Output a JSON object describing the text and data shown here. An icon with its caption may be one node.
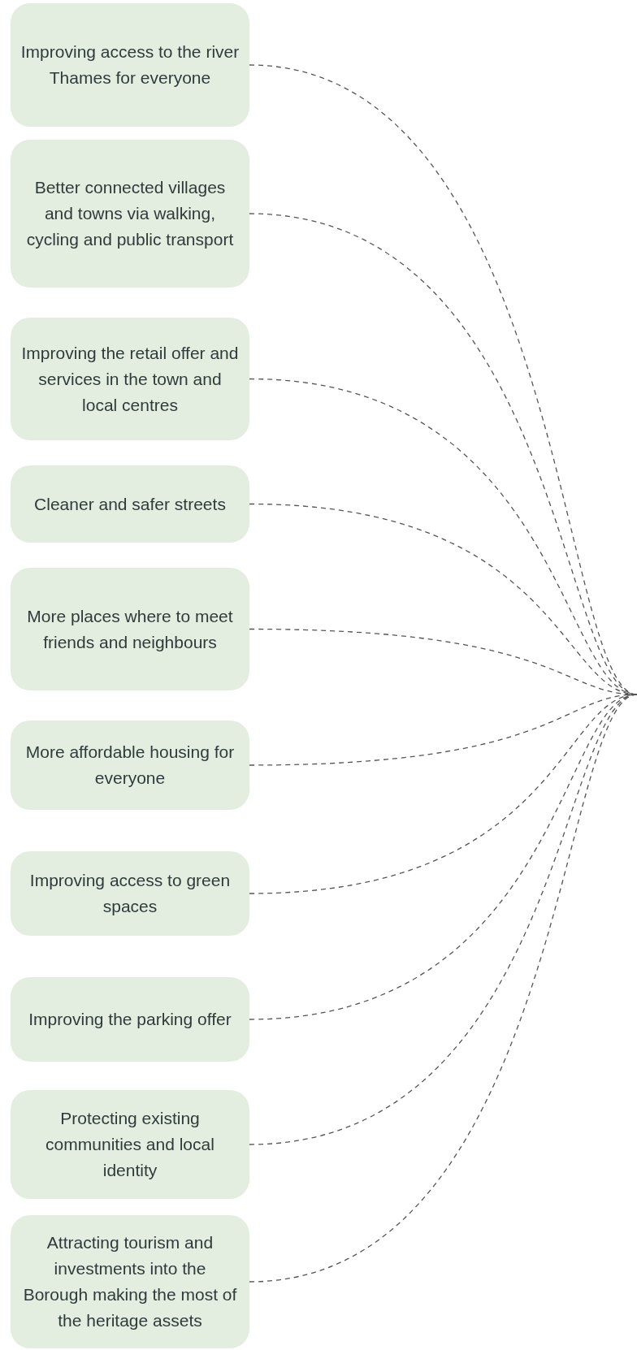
{
  "diagram": {
    "nodes": [
      {
        "text": [
          "Improving access to the river Thames for everyone"
        ]
      },
      {
        "text": [
          "Better connected villages and towns via walking, cycling and public transport"
        ]
      },
      {
        "text": [
          "Improving the retail offer and services in the town and local centres"
        ]
      },
      {
        "text": [
          "Cleaner and safer streets"
        ]
      },
      {
        "text": [
          "More places where to meet friends and neighbours"
        ]
      },
      {
        "text": [
          "More affordable housing for everyone"
        ]
      },
      {
        "text": [
          "Improving access to green spaces"
        ]
      },
      {
        "text": [
          "Improving the parking offer"
        ]
      },
      {
        "text": [
          "Protecting existing communities and local identity"
        ]
      },
      {
        "text": [
          "Attracting tourism and investments into the Borough making the most of the heritage assets"
        ]
      }
    ],
    "edges": [
      {
        "from": 0,
        "to": null,
        "arrow": "none",
        "style": "dashed"
      },
      {
        "from": 1,
        "to": null,
        "arrow": "none",
        "style": "dashed"
      },
      {
        "from": 2,
        "to": null,
        "arrow": "none",
        "style": "dashed"
      },
      {
        "from": 3,
        "to": null,
        "arrow": "none",
        "style": "dashed"
      },
      {
        "from": 4,
        "to": null,
        "arrow": "none",
        "style": "dashed"
      },
      {
        "from": 5,
        "to": null,
        "arrow": "none",
        "style": "dashed"
      },
      {
        "from": 6,
        "to": null,
        "arrow": "none",
        "style": "dashed"
      },
      {
        "from": 7,
        "to": null,
        "arrow": "none",
        "style": "dashed"
      },
      {
        "from": 8,
        "to": null,
        "arrow": "none",
        "style": "dashed"
      },
      {
        "from": 9,
        "to": null,
        "arrow": "none",
        "style": "dashed"
      }
    ]
  }
}
